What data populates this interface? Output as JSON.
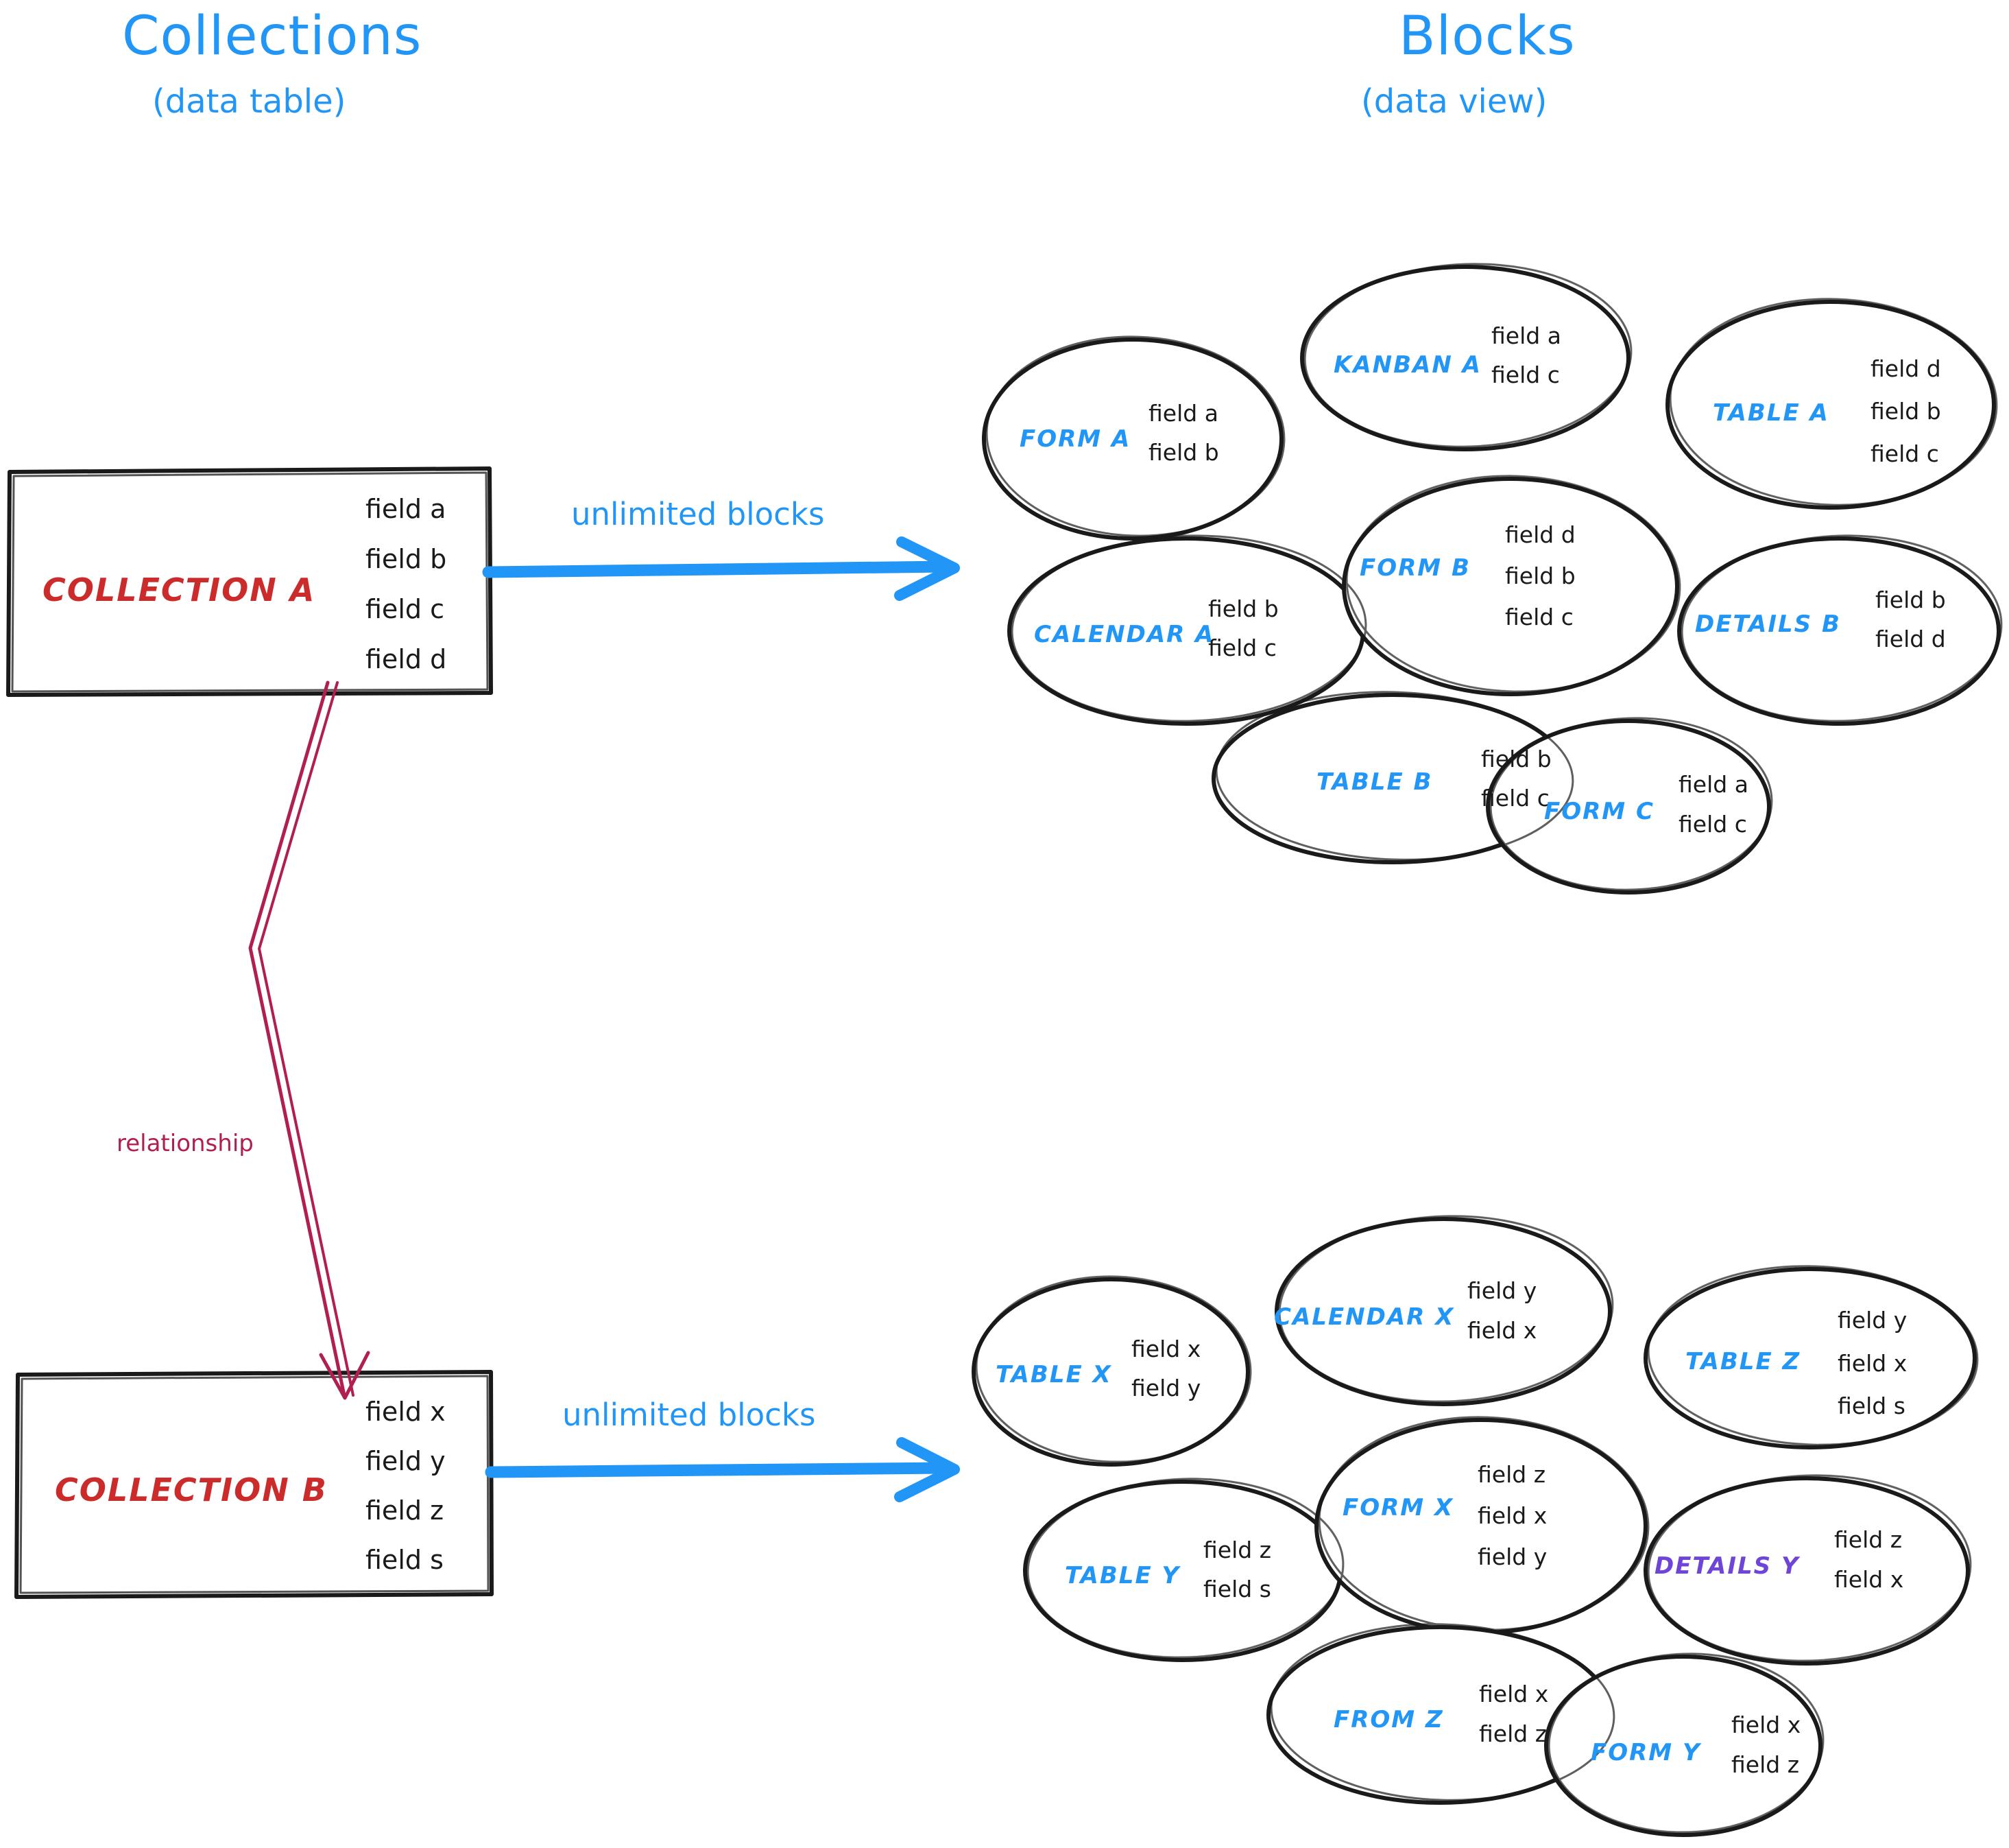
{
  "headers": {
    "left": {
      "title": "Collections",
      "subtitle": "(data table)"
    },
    "right": {
      "title": "Blocks",
      "subtitle": "(data view)"
    }
  },
  "colors": {
    "accent_blue": "#2196F7",
    "collection_red": "#CB2B2B",
    "relationship_crimson": "#B01F4F",
    "details_purple": "#6F45D8",
    "ink_black": "#1a1a1a"
  },
  "collections": [
    {
      "id": "collection-a",
      "name": "COLLECTION A",
      "fields": [
        "field a",
        "field b",
        "field c",
        "field d"
      ],
      "arrow_label": "unlimited blocks"
    },
    {
      "id": "collection-b",
      "name": "COLLECTION B",
      "fields": [
        "field x",
        "field y",
        "field z",
        "field s"
      ],
      "arrow_label": "unlimited blocks"
    }
  ],
  "relationship": {
    "label": "relationship"
  },
  "block_groups": [
    {
      "id": "blocks-a",
      "blocks": [
        {
          "name": "FORM A",
          "color": "blue",
          "fields": [
            "field a",
            "field b"
          ]
        },
        {
          "name": "KANBAN A",
          "color": "blue",
          "fields": [
            "field a",
            "field c"
          ]
        },
        {
          "name": "TABLE A",
          "color": "blue",
          "fields": [
            "field d",
            "field b",
            "field c"
          ]
        },
        {
          "name": "CALENDAR A",
          "color": "blue",
          "fields": [
            "field b",
            "field c"
          ]
        },
        {
          "name": "FORM B",
          "color": "blue",
          "fields": [
            "field d",
            "field b",
            "field c"
          ]
        },
        {
          "name": "DETAILS B",
          "color": "blue",
          "fields": [
            "field b",
            "field d"
          ]
        },
        {
          "name": "TABLE B",
          "color": "blue",
          "fields": [
            "field b",
            "field c"
          ]
        },
        {
          "name": "FORM C",
          "color": "blue",
          "fields": [
            "field a",
            "field c"
          ]
        }
      ]
    },
    {
      "id": "blocks-b",
      "blocks": [
        {
          "name": "TABLE X",
          "color": "blue",
          "fields": [
            "field x",
            "field y"
          ]
        },
        {
          "name": "CALENDAR X",
          "color": "blue",
          "fields": [
            "field y",
            "field x"
          ]
        },
        {
          "name": "TABLE Z",
          "color": "blue",
          "fields": [
            "field y",
            "field x",
            "field s"
          ]
        },
        {
          "name": "TABLE Y",
          "color": "blue",
          "fields": [
            "field z",
            "field s"
          ]
        },
        {
          "name": "FORM X",
          "color": "blue",
          "fields": [
            "field z",
            "field x",
            "field y"
          ]
        },
        {
          "name": "DETAILS Y",
          "color": "purple",
          "fields": [
            "field z",
            "field x"
          ]
        },
        {
          "name": "FROM Z",
          "color": "blue",
          "fields": [
            "field x",
            "field z"
          ]
        },
        {
          "name": "FORM Y",
          "color": "blue",
          "fields": [
            "field x",
            "field z"
          ]
        }
      ]
    }
  ]
}
